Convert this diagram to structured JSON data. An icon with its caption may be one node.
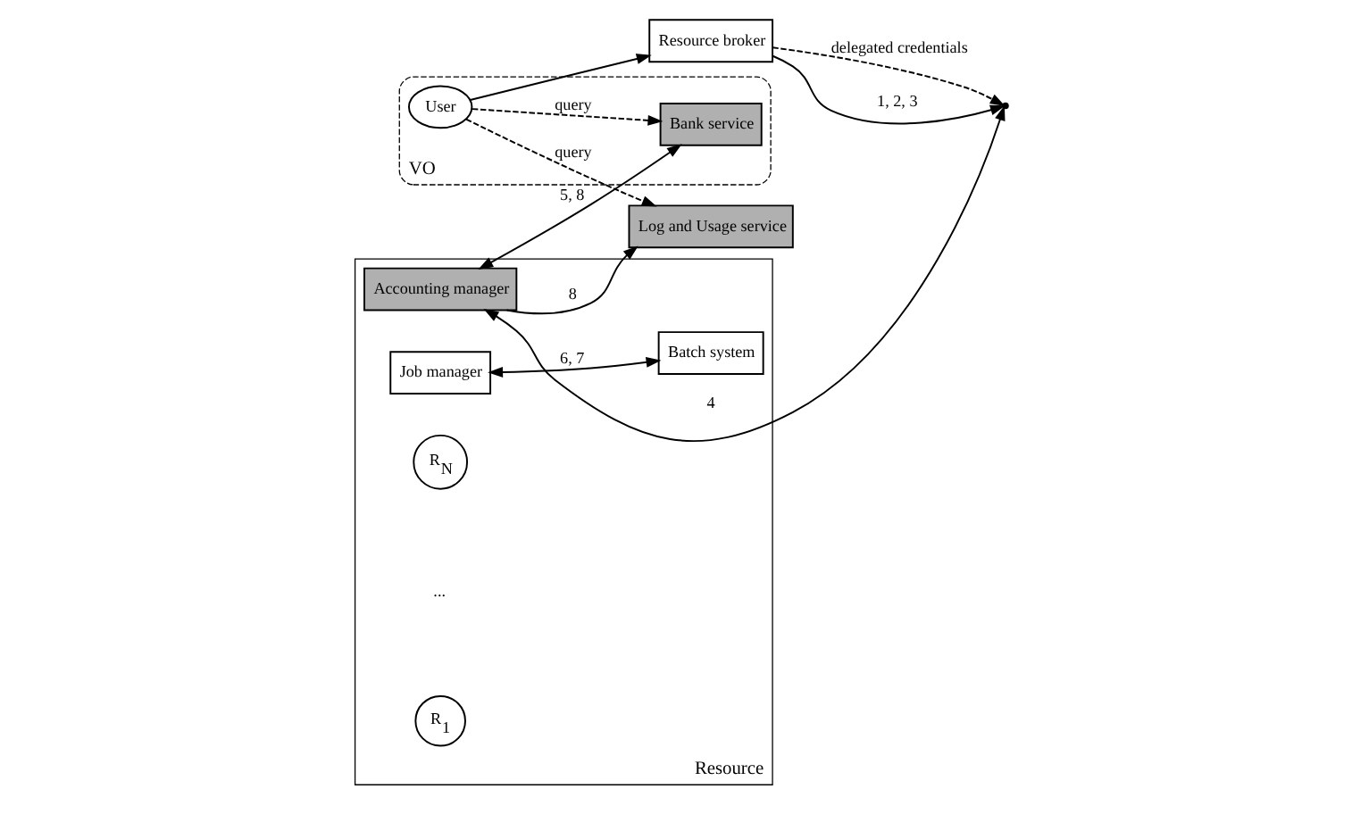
{
  "diagram": {
    "nodes": [
      {
        "text": [
          "VO"
        ]
      },
      {
        "text": [
          "Bank service"
        ],
        "in": 0
      },
      {
        "text": [
          "User"
        ],
        "in": 0
      },
      {
        "text": [
          "Log and Usage service"
        ]
      },
      {
        "text": [
          "Resource broker"
        ]
      },
      {
        "text": [
          "Resource"
        ]
      },
      {
        "text": [
          "Accounting manager"
        ],
        "in": 5
      },
      {
        "text": [
          "Job manager"
        ],
        "in": 5
      },
      {
        "text": [
          "Batch system"
        ],
        "in": 5
      },
      {
        "text": [
          "R$_{1}$"
        ],
        "in": 5
      },
      {
        "text": [
          "R$_{N}$"
        ],
        "in": 5
      },
      {
        "text": [],
        "shape": "point"
      }
    ],
    "edges": [
      {
        "from": 2,
        "to": 1,
        "arrow": "to",
        "label": "query",
        "style": "dashed"
      },
      {
        "from": 2,
        "to": 3,
        "arrow": "to",
        "label": "query",
        "style": "dashed"
      },
      {
        "from": 6,
        "to": 1,
        "arrow": "both",
        "label": "5, 8"
      },
      {
        "from": 6,
        "to": 3,
        "arrow": "to",
        "label": "8"
      },
      {
        "from": 2,
        "to": 4,
        "arrow": "to"
      },
      {
        "from": 4,
        "to": 11,
        "arrow": "to",
        "label": "1, 2, 3"
      },
      {
        "from": 4,
        "to": 11,
        "arrow": "to",
        "label": "delegated credentials",
        "style": "dashed"
      },
      {
        "from": 11,
        "to": 6,
        "arrow": "both",
        "label": "4"
      },
      {
        "from": 7,
        "to": 8,
        "arrow": "both",
        "label": "6, 7"
      }
    ],
    "labels": [
      "..."
    ]
  }
}
